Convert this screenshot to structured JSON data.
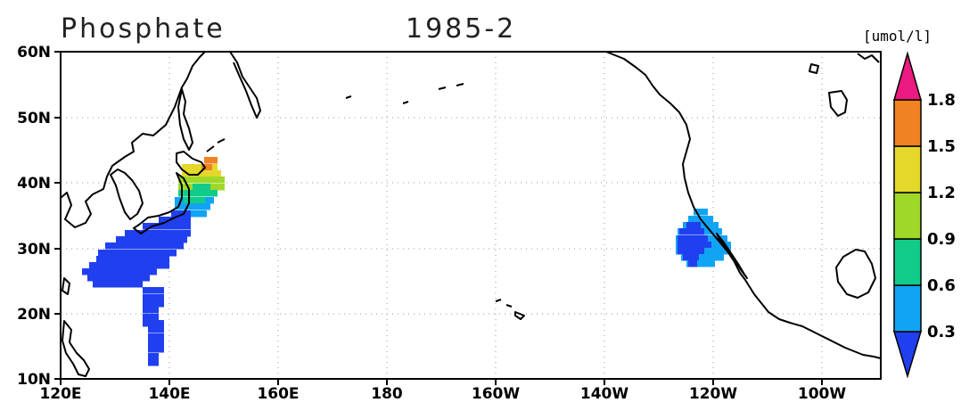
{
  "title": "Phosphate",
  "period": "1985-2",
  "units": "[umol/l]",
  "axes": {
    "x_range": [
      120,
      270
    ],
    "y_range": [
      10,
      60
    ],
    "x_ticks": [
      "120E",
      "140E",
      "160E",
      "180",
      "160W",
      "140W",
      "120W",
      "100W"
    ],
    "y_ticks": [
      "10N",
      "20N",
      "30N",
      "40N",
      "50N",
      "60N"
    ],
    "grid": true
  },
  "colorbar": {
    "orientation": "vertical",
    "placement": "right",
    "extend": "both",
    "labels": [
      "0.3",
      "0.6",
      "0.9",
      "1.2",
      "1.5",
      "1.8"
    ],
    "colors": {
      "below": "#2040f0",
      "0.3-0.6": "#12a4f4",
      "0.6-0.9": "#10cc88",
      "0.9-1.2": "#a0d828",
      "1.2-1.5": "#e4d82a",
      "1.5-1.8": "#f08224",
      "above": "#ec1a80"
    }
  }
}
